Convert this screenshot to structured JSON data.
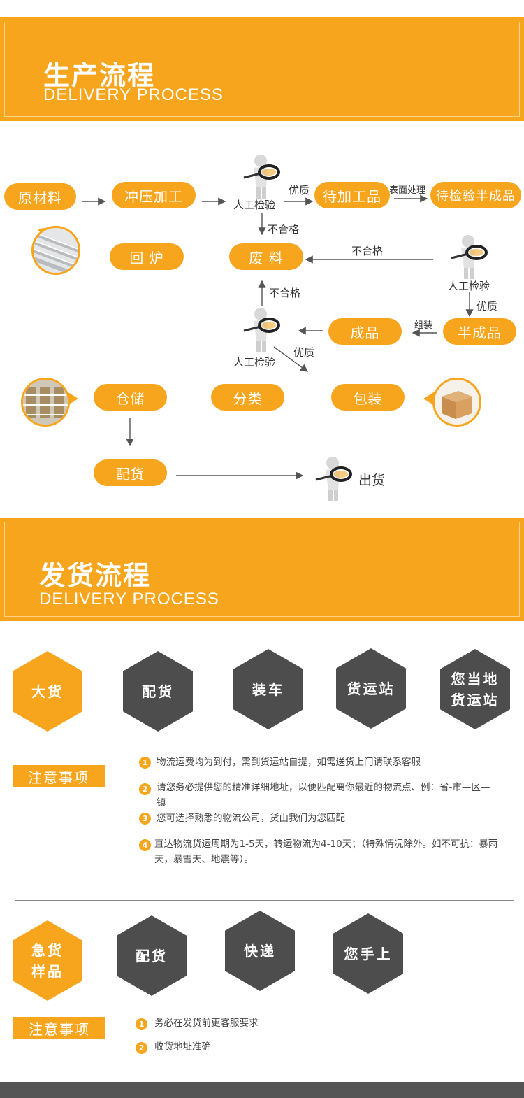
{
  "production": {
    "title": "生产流程",
    "subtitle": "DELIVERY  PROCESS",
    "steps": {
      "raw": "原材料",
      "stamp": "冲压加工",
      "pending": "待加工品",
      "semi_check": "待检验半成品",
      "remelt": "回 炉",
      "scrap": "废 料",
      "finished": "成品",
      "semi": "半成品",
      "storage": "仓储",
      "sort": "分类",
      "pack": "包装",
      "ship_prep": "配货"
    },
    "labels": {
      "inspect1": "人工检验",
      "good1": "优质",
      "surface": "表面处理",
      "fail1": "不合格",
      "fail2": "不合格",
      "inspect2": "人工检验",
      "good2": "优质",
      "assemble": "组装",
      "fail3": "不合格",
      "inspect3": "人工检验",
      "good3": "优质",
      "ship": "出货"
    }
  },
  "delivery": {
    "title": "发货流程",
    "subtitle": "DELIVERY  PROCESS",
    "bulk_flow": [
      {
        "line1": "大货",
        "line2": ""
      },
      {
        "line1": "配货",
        "line2": ""
      },
      {
        "line1": "装车",
        "line2": ""
      },
      {
        "line1": "货运站",
        "line2": ""
      },
      {
        "line1": "您当地",
        "line2": "货运站"
      }
    ],
    "notice_title": "注意事项",
    "notices": [
      {
        "num": "1",
        "text": "物流运费均为到付，需到货运站自提，如需送货上门请联系客服"
      },
      {
        "num": "2",
        "text": "请您务必提供您的精准详细地址，以便匹配离你最近的物流点、例：省-市—区—镇"
      },
      {
        "num": "3",
        "text": "您可选择熟悉的物流公司，货由我们为您匹配"
      },
      {
        "num": "4",
        "text": "直达物流货运周期为1-5天，转运物流为4-10天；（特殊情况除外。如不可抗：暴雨天，暴雪天、地震等）。"
      }
    ],
    "urgent_flow": [
      {
        "line1": "急货",
        "line2": "样品"
      },
      {
        "line1": "配货",
        "line2": ""
      },
      {
        "line1": "快递",
        "line2": ""
      },
      {
        "line1": "您手上",
        "line2": ""
      }
    ],
    "notice2_title": "注意事项",
    "notices2": [
      {
        "num": "1",
        "text": "务必在发货前更客服要求"
      },
      {
        "num": "2",
        "text": "收货地址准确"
      }
    ]
  },
  "colors": {
    "accent": "#f8a51e",
    "dark_hex": "#4d4d4d",
    "footer": "#555555"
  }
}
